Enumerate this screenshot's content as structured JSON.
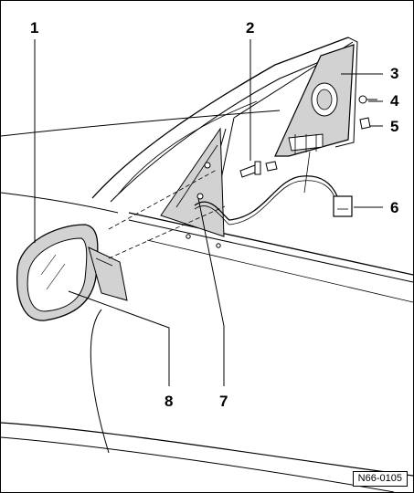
{
  "diagram": {
    "callouts": [
      "1",
      "2",
      "3",
      "4",
      "5",
      "6",
      "7",
      "8"
    ],
    "figure_code": "N66-0105"
  },
  "colors": {
    "line": "#000000",
    "shading": "#d2d2d2",
    "background": "#ffffff"
  }
}
